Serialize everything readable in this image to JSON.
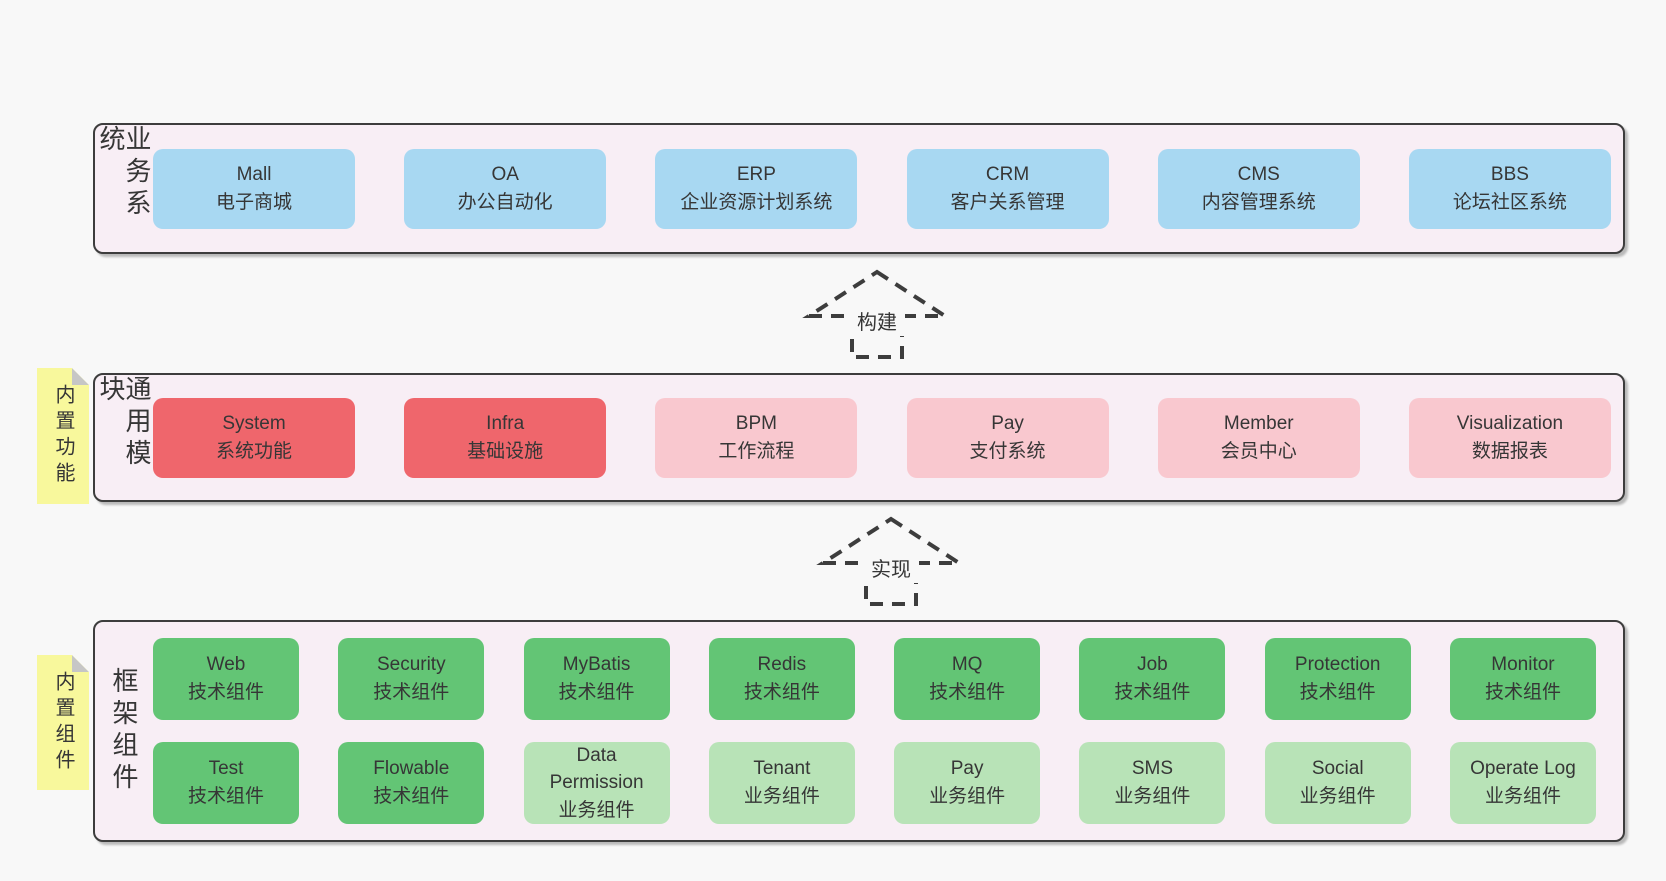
{
  "colors": {
    "page_bg": "#f8f8f8",
    "band_bg": "#f8eef5",
    "border": "#3d3d3d",
    "text": "#363636",
    "blue": "#a8d8f2",
    "red": "#ef666c",
    "pink": "#f9c8cf",
    "green": "#63c575",
    "light_green": "#b8e3b7",
    "sticky_yellow": "#f8f89c",
    "sticky_fold": "#c6c6c6"
  },
  "arrows": [
    {
      "label": "构建"
    },
    {
      "label": "实现"
    }
  ],
  "bands": [
    {
      "label": "业务系统",
      "boxes": [
        {
          "en": "Mall",
          "zh": "电子商城",
          "variant": "blue"
        },
        {
          "en": "OA",
          "zh": "办公自动化",
          "variant": "blue"
        },
        {
          "en": "ERP",
          "zh": "企业资源计划系统",
          "variant": "blue"
        },
        {
          "en": "CRM",
          "zh": "客户关系管理",
          "variant": "blue"
        },
        {
          "en": "CMS",
          "zh": "内容管理系统",
          "variant": "blue"
        },
        {
          "en": "BBS",
          "zh": "论坛社区系统",
          "variant": "blue"
        }
      ]
    },
    {
      "label": "通用模块",
      "sticky": "内置功能",
      "boxes": [
        {
          "en": "System",
          "zh": "系统功能",
          "variant": "red"
        },
        {
          "en": "Infra",
          "zh": "基础设施",
          "variant": "red"
        },
        {
          "en": "BPM",
          "zh": "工作流程",
          "variant": "pink"
        },
        {
          "en": "Pay",
          "zh": "支付系统",
          "variant": "pink"
        },
        {
          "en": "Member",
          "zh": "会员中心",
          "variant": "pink"
        },
        {
          "en": "Visualization",
          "zh": "数据报表",
          "variant": "pink"
        }
      ]
    },
    {
      "label": "框架组件",
      "sticky": "内置组件",
      "rows": [
        [
          {
            "en": "Web",
            "zh": "技术组件",
            "variant": "green"
          },
          {
            "en": "Security",
            "zh": "技术组件",
            "variant": "green"
          },
          {
            "en": "MyBatis",
            "zh": "技术组件",
            "variant": "green"
          },
          {
            "en": "Redis",
            "zh": "技术组件",
            "variant": "green"
          },
          {
            "en": "MQ",
            "zh": "技术组件",
            "variant": "green"
          },
          {
            "en": "Job",
            "zh": "技术组件",
            "variant": "green"
          },
          {
            "en": "Protection",
            "zh": "技术组件",
            "variant": "green"
          },
          {
            "en": "Monitor",
            "zh": "技术组件",
            "variant": "green"
          }
        ],
        [
          {
            "en": "Test",
            "zh": "技术组件",
            "variant": "green"
          },
          {
            "en": "Flowable",
            "zh": "技术组件",
            "variant": "green"
          },
          {
            "en": "Data Permission",
            "zh": "业务组件",
            "variant": "light_green"
          },
          {
            "en": "Tenant",
            "zh": "业务组件",
            "variant": "light_green"
          },
          {
            "en": "Pay",
            "zh": "业务组件",
            "variant": "light_green"
          },
          {
            "en": "SMS",
            "zh": "业务组件",
            "variant": "light_green"
          },
          {
            "en": "Social",
            "zh": "业务组件",
            "variant": "light_green"
          },
          {
            "en": "Operate Log",
            "zh": "业务组件",
            "variant": "light_green"
          }
        ]
      ]
    }
  ]
}
